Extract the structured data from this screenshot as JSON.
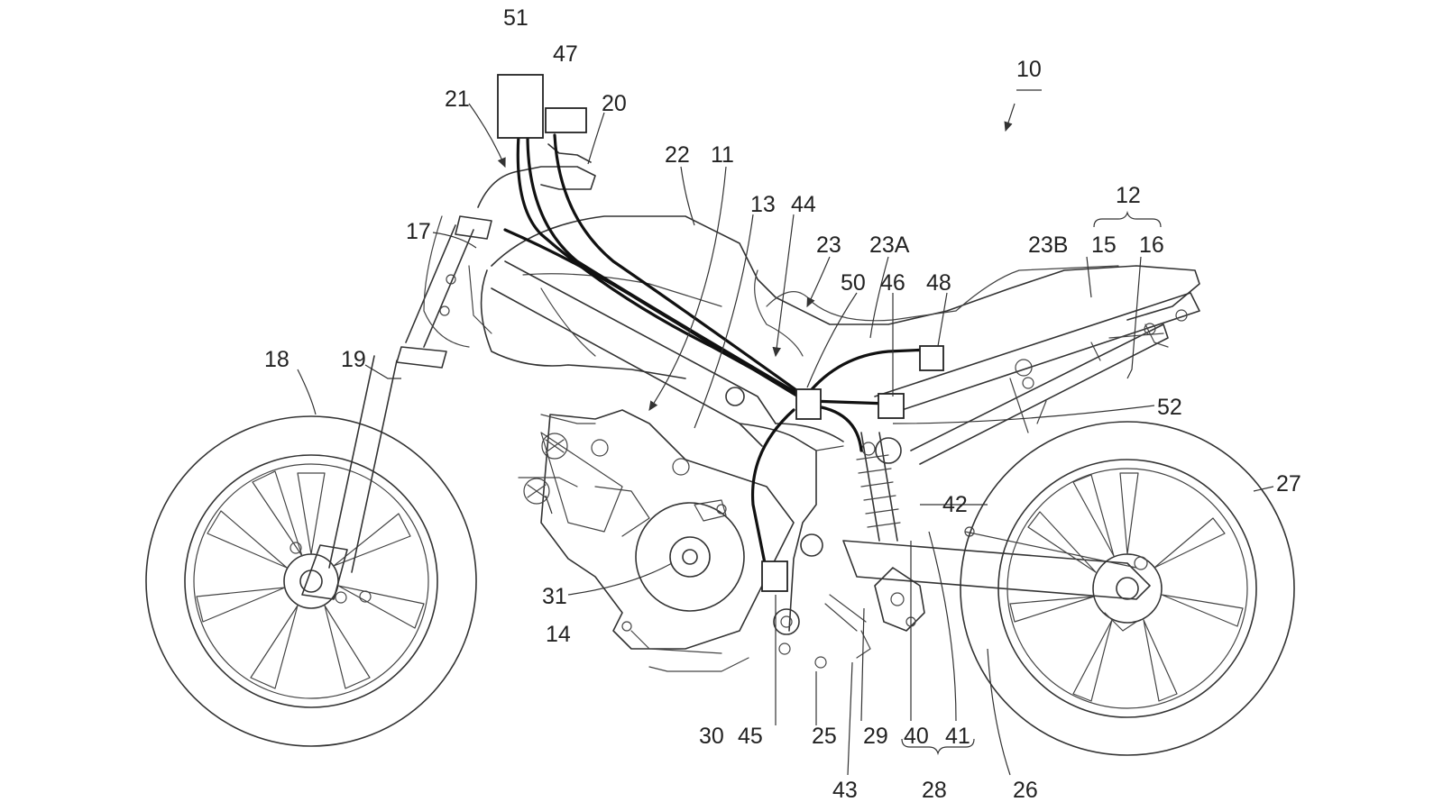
{
  "figure": {
    "labels": {
      "n10": "10",
      "n11": "11",
      "n12": "12",
      "n13": "13",
      "n14": "14",
      "n15": "15",
      "n16": "16",
      "n17": "17",
      "n18": "18",
      "n19": "19",
      "n20": "20",
      "n21": "21",
      "n22": "22",
      "n23": "23",
      "n23A": "23A",
      "n23B": "23B",
      "n25": "25",
      "n26": "26",
      "n27": "27",
      "n28": "28",
      "n29": "29",
      "n30": "30",
      "n31": "31",
      "n40": "40",
      "n41": "41",
      "n42": "42",
      "n43": "43",
      "n44": "44",
      "n45": "45",
      "n46": "46",
      "n47": "47",
      "n48": "48",
      "n50": "50",
      "n51": "51",
      "n52": "52"
    }
  }
}
